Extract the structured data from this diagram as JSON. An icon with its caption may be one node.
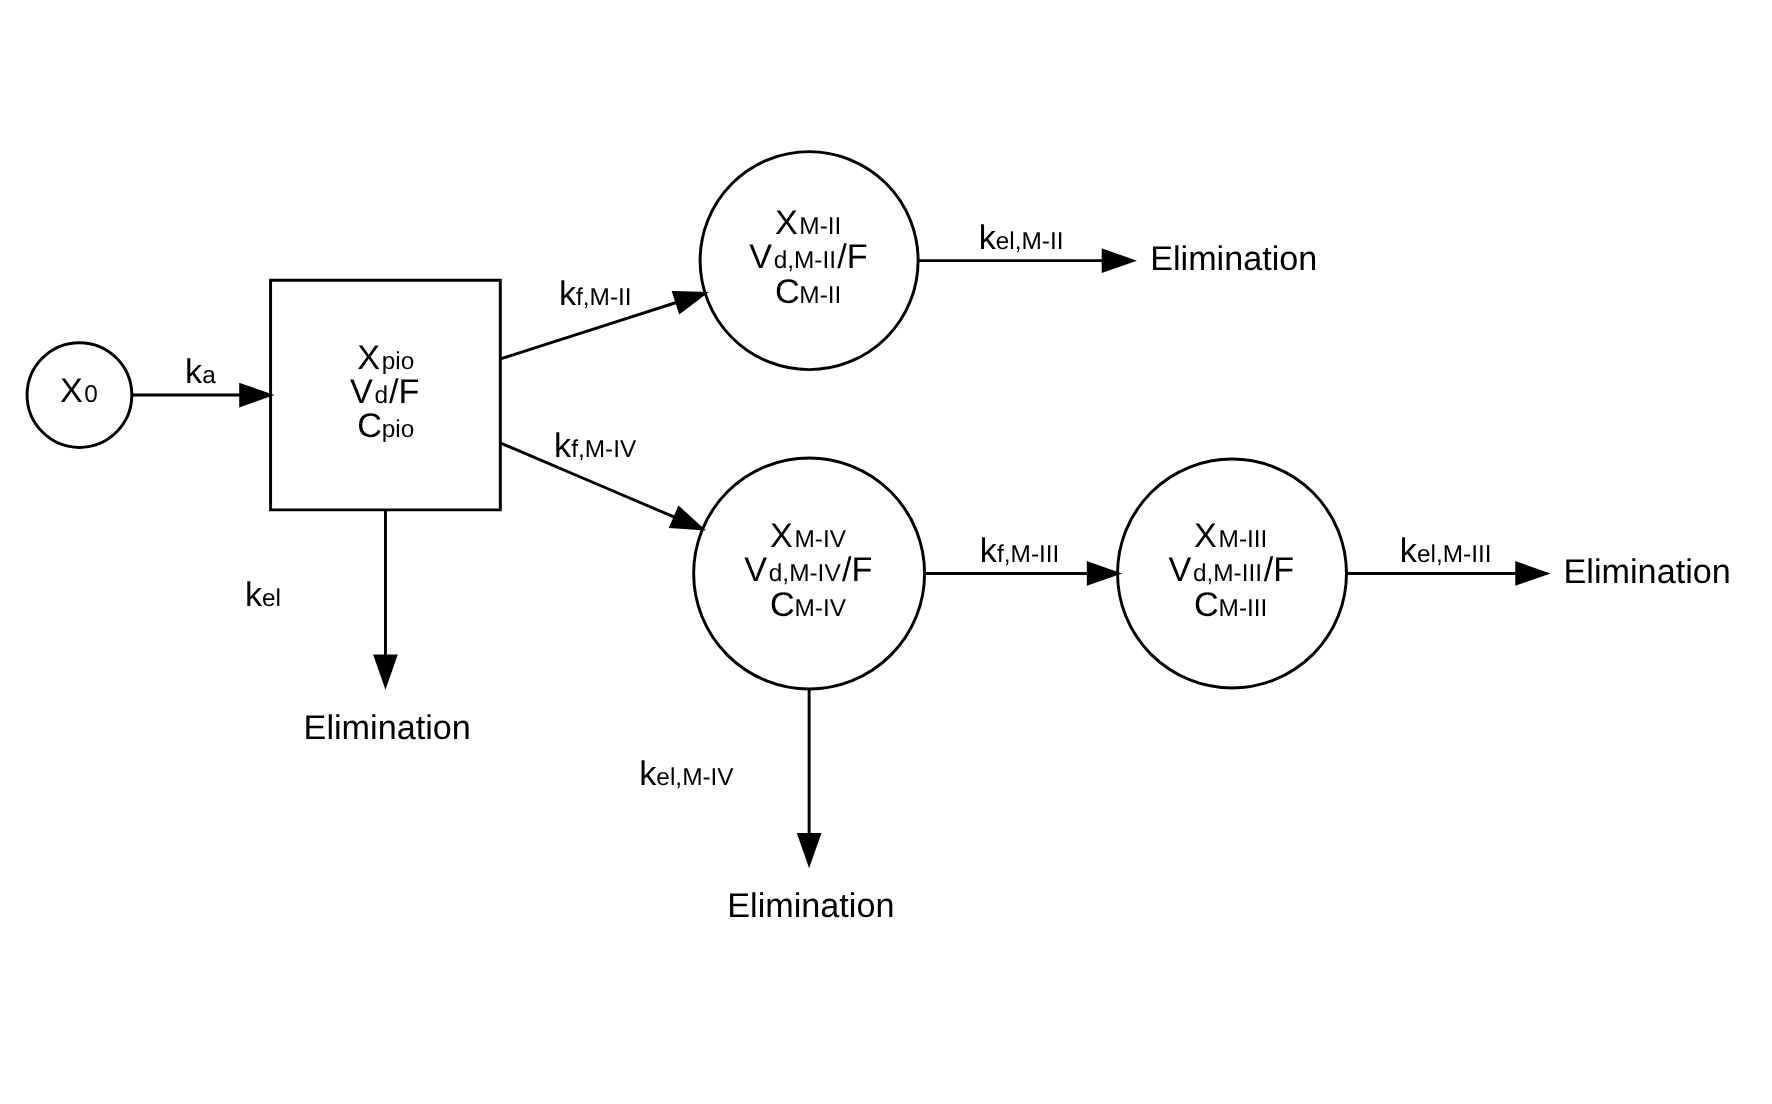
{
  "diagram": {
    "nodes": [
      {
        "text": [
          "X$_{0}$"
        ]
      },
      {
        "text": [
          "X$_{M-II}$",
          "V$_{d,M-II}$/F",
          "C$_{M-II}$"
        ]
      },
      {
        "text": [
          "Elimination"
        ]
      },
      {
        "text": [
          "X$_{pio}$",
          "V$_{d}$/F",
          "C$_{pio}$"
        ]
      },
      {
        "text": [
          "X$_{M-IV}$",
          "V$_{d,M-IV}$/F",
          "C$_{M-IV}$"
        ]
      },
      {
        "text": [
          "X$_{M-III}$",
          "V$_{d,M-III}$/F",
          "C$_{M-III}$"
        ]
      },
      {
        "text": [
          "Elimination"
        ]
      },
      {
        "text": [
          "Elimination"
        ]
      },
      {
        "text": [
          "Elimination"
        ]
      }
    ],
    "edges": [
      {
        "from": 0,
        "to": 3,
        "arrow": "to",
        "label": "k$_{a}$"
      },
      {
        "from": 3,
        "to": 1,
        "arrow": "to",
        "label": "k$_{f,M-II}$"
      },
      {
        "from": 1,
        "to": 2,
        "arrow": "to",
        "label": "k$_{el,M-II}$"
      },
      {
        "from": 3,
        "to": 4,
        "arrow": "to",
        "label": "k$_{f,M-IV}$"
      },
      {
        "from": 4,
        "to": 5,
        "arrow": "to",
        "label": "k$_{f,M-III}$"
      },
      {
        "from": 5,
        "to": 6,
        "arrow": "to",
        "label": "k$_{el,M-III}$"
      },
      {
        "from": 3,
        "to": 7,
        "arrow": "to",
        "label": "k$_{el}$"
      },
      {
        "from": 4,
        "to": 8,
        "arrow": "to",
        "label": "k$_{el,M-IV}$"
      }
    ]
  }
}
